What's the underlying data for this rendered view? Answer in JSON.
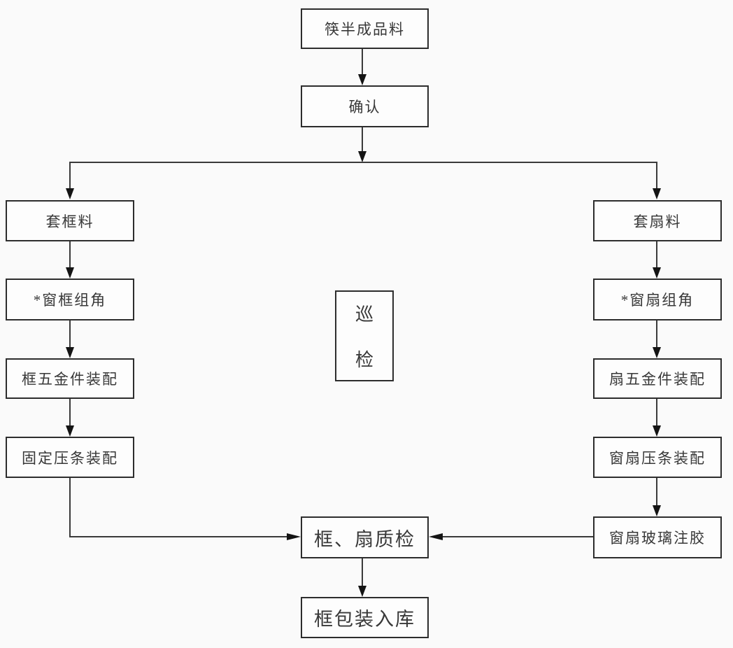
{
  "diagram": {
    "type": "flowchart",
    "colors": {
      "background": "#fafafa",
      "box_fill": "#fdfdfd",
      "box_border": "#2d2d2d",
      "line": "#3a3a3a",
      "arrowhead": "#141414",
      "text": "#383838"
    },
    "nodes": {
      "receive": {
        "label": "筷半成品料"
      },
      "confirm": {
        "label": "确认"
      },
      "frame_material": {
        "label": "套框料"
      },
      "frame_corner": {
        "label": "*窗框组角"
      },
      "frame_hardware": {
        "label": "框五金件装配"
      },
      "fixed_bead": {
        "label": "固定压条装配"
      },
      "patrol": {
        "label": "巡检",
        "chars": [
          "巡",
          "检"
        ]
      },
      "sash_material": {
        "label": "套扇料"
      },
      "sash_corner": {
        "label": "*窗扇组角"
      },
      "sash_hardware": {
        "label": "扇五金件装配"
      },
      "sash_bead": {
        "label": "窗扇压条装配"
      },
      "sash_glass": {
        "label": "窗扇玻璃注胶"
      },
      "qc": {
        "label": "框、扇质检"
      },
      "pack": {
        "label": "框包装入库"
      }
    },
    "edges": [
      {
        "from": "receive",
        "to": "confirm"
      },
      {
        "from": "confirm",
        "to": "frame_material"
      },
      {
        "from": "confirm",
        "to": "sash_material"
      },
      {
        "from": "frame_material",
        "to": "frame_corner"
      },
      {
        "from": "frame_corner",
        "to": "frame_hardware"
      },
      {
        "from": "frame_hardware",
        "to": "fixed_bead"
      },
      {
        "from": "fixed_bead",
        "to": "qc"
      },
      {
        "from": "sash_material",
        "to": "sash_corner"
      },
      {
        "from": "sash_corner",
        "to": "sash_hardware"
      },
      {
        "from": "sash_hardware",
        "to": "sash_bead"
      },
      {
        "from": "sash_bead",
        "to": "sash_glass"
      },
      {
        "from": "sash_glass",
        "to": "qc"
      },
      {
        "from": "qc",
        "to": "pack"
      }
    ]
  }
}
